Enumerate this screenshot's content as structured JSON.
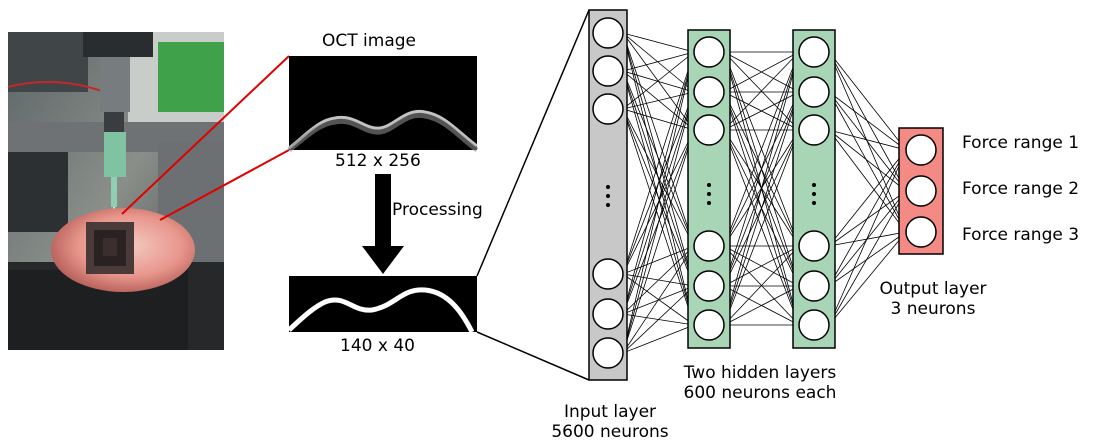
{
  "photo": {
    "icon": "eye-phantom-with-needle-photo"
  },
  "oct": {
    "title": "OCT image",
    "original_size": "512 x 256",
    "processing_label": "Processing",
    "processed_size": "140 x 40"
  },
  "network": {
    "input_label_line1": "Input layer",
    "input_label_line2": "5600 neurons",
    "hidden_label_line1": "Two hidden layers",
    "hidden_label_line2": "600 neurons each",
    "output_label_line1": "Output layer",
    "output_label_line2": "3 neurons",
    "outputs": [
      "Force range 1",
      "Force range 2",
      "Force range 3"
    ],
    "colors": {
      "input_layer": "#c8c8c8",
      "hidden_layer": "#a8d5b5",
      "output_layer": "#f48a84",
      "connector": "#e00000"
    }
  }
}
